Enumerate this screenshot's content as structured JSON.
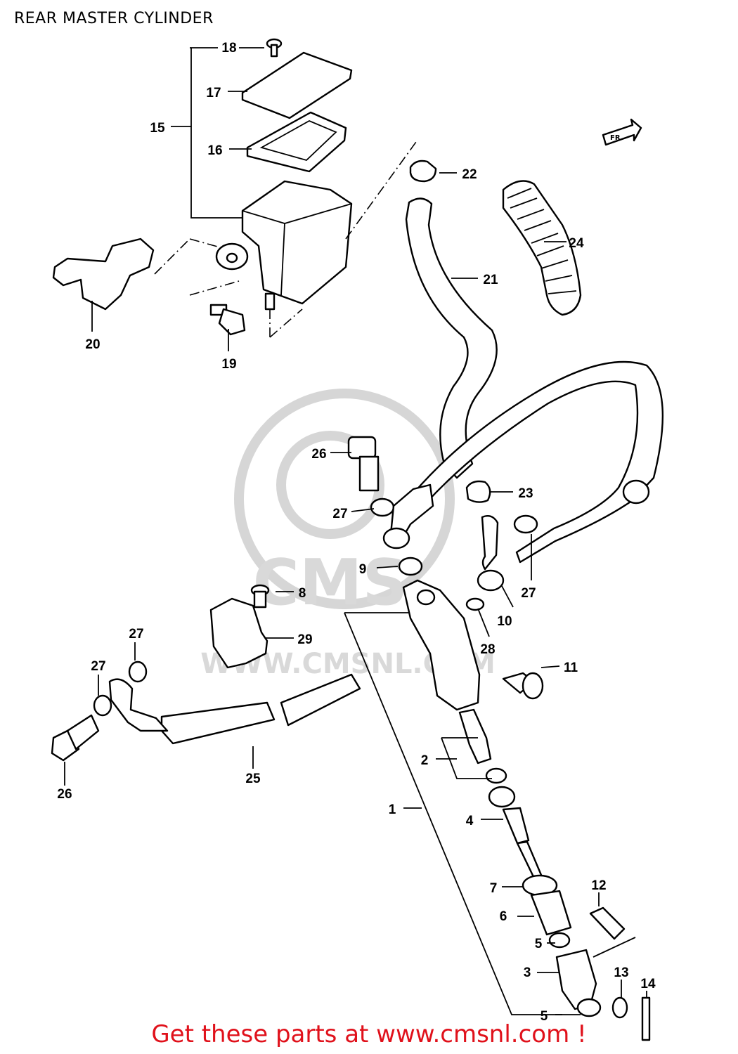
{
  "title": "REAR MASTER CYLINDER",
  "footer": "Get these parts at www.cmsnl.com !",
  "colors": {
    "footer": "#e0111b",
    "ink": "#000000",
    "watermark": "#d6d6d6"
  },
  "watermark": {
    "logo": "CMS",
    "url": "WWW.CMSNL.COM"
  },
  "fr_badge": "FR",
  "callouts": [
    "18",
    "17",
    "15",
    "16",
    "22",
    "24",
    "21",
    "20",
    "19",
    "26",
    "23",
    "27",
    "27",
    "10",
    "8",
    "29",
    "28",
    "9",
    "27",
    "27",
    "11",
    "26",
    "25",
    "2",
    "1",
    "4",
    "7",
    "12",
    "6",
    "5",
    "3",
    "13",
    "14",
    "5"
  ]
}
